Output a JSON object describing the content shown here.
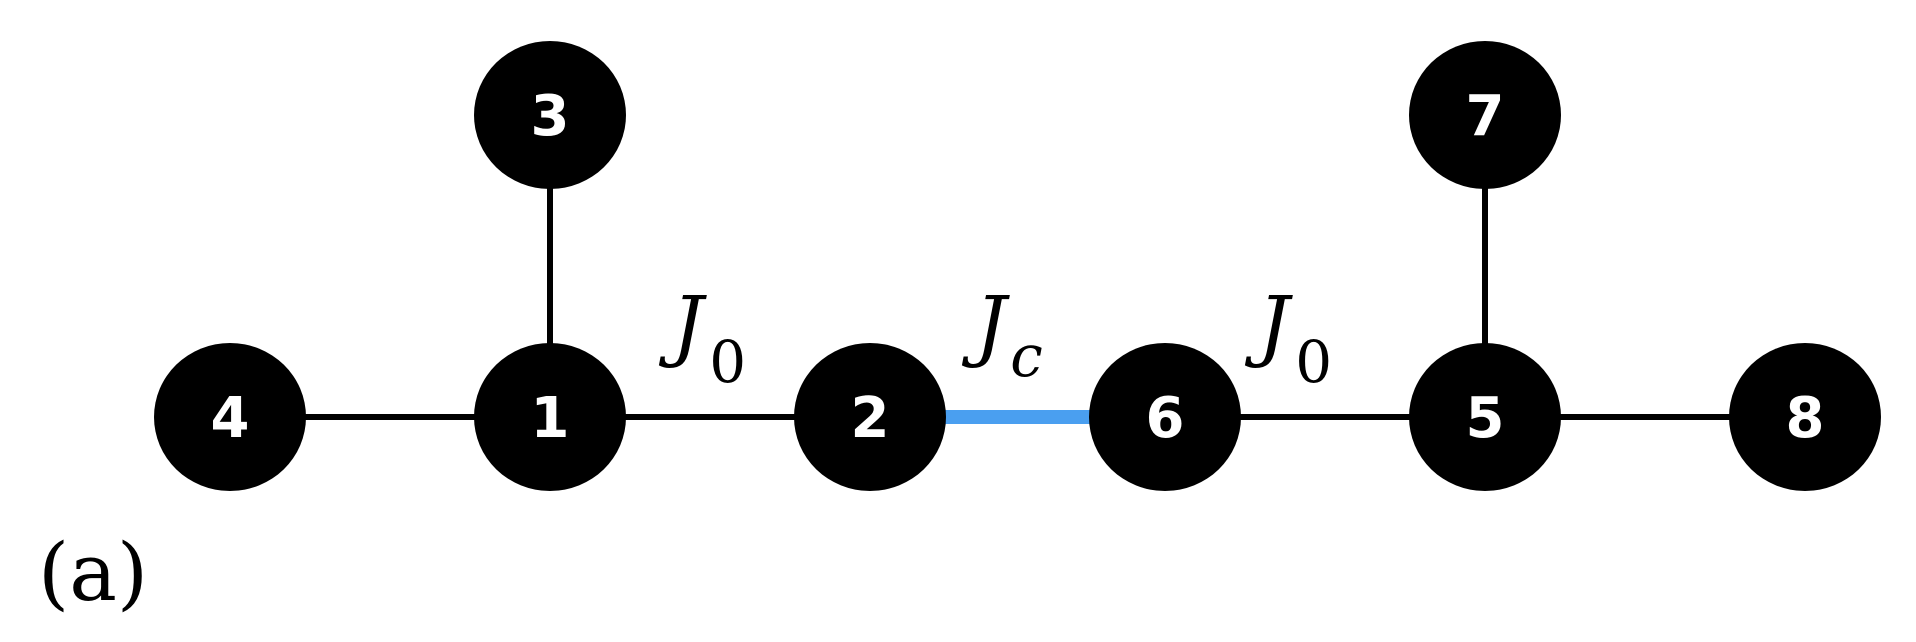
{
  "panel_label": "(a)",
  "colors": {
    "node_fill": "#000000",
    "node_text": "#ffffff",
    "edge": "#000000",
    "special_edge": "#4a9ff0"
  },
  "nodes": [
    {
      "id": "1",
      "label": "1"
    },
    {
      "id": "2",
      "label": "2"
    },
    {
      "id": "3",
      "label": "3"
    },
    {
      "id": "4",
      "label": "4"
    },
    {
      "id": "5",
      "label": "5"
    },
    {
      "id": "6",
      "label": "6"
    },
    {
      "id": "7",
      "label": "7"
    },
    {
      "id": "8",
      "label": "8"
    }
  ],
  "edges": [
    {
      "from": "4",
      "to": "1",
      "type": "normal"
    },
    {
      "from": "1",
      "to": "3",
      "type": "normal"
    },
    {
      "from": "1",
      "to": "2",
      "type": "normal"
    },
    {
      "from": "2",
      "to": "6",
      "type": "special"
    },
    {
      "from": "6",
      "to": "5",
      "type": "normal"
    },
    {
      "from": "5",
      "to": "7",
      "type": "normal"
    },
    {
      "from": "5",
      "to": "8",
      "type": "normal"
    }
  ],
  "coupling_labels": [
    {
      "symbol": "J",
      "subscript": "0",
      "edge": "1-2"
    },
    {
      "symbol": "J",
      "subscript": "c",
      "edge": "2-6"
    },
    {
      "symbol": "J",
      "subscript": "0",
      "edge": "6-5"
    }
  ]
}
